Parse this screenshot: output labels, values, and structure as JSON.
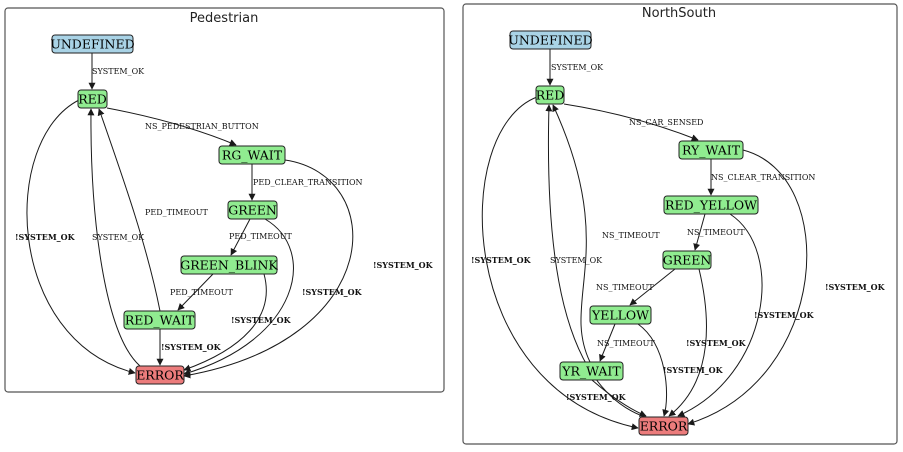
{
  "colors": {
    "undefined": "#a9d3e6",
    "normal": "#90ec90",
    "error": "#ec7c7c",
    "frame": "#555555"
  },
  "panels": [
    {
      "title": "Pedestrian",
      "states": [
        {
          "id": "UNDEFINED",
          "label": "UNDEFINED",
          "kind": "undefined"
        },
        {
          "id": "RED",
          "label": "RED",
          "kind": "normal"
        },
        {
          "id": "RG_WAIT",
          "label": "RG_WAIT",
          "kind": "normal"
        },
        {
          "id": "GREEN",
          "label": "GREEN",
          "kind": "normal"
        },
        {
          "id": "GREEN_BLINK",
          "label": "GREEN_BLINK",
          "kind": "normal"
        },
        {
          "id": "RED_WAIT",
          "label": "RED_WAIT",
          "kind": "normal"
        },
        {
          "id": "ERROR",
          "label": "ERROR",
          "kind": "error"
        }
      ],
      "transitions": [
        {
          "from": "UNDEFINED",
          "to": "RED",
          "label": "SYSTEM_OK",
          "bold": false
        },
        {
          "from": "RED",
          "to": "RG_WAIT",
          "label": "NS_PEDESTRIAN_BUTTON",
          "bold": false
        },
        {
          "from": "RG_WAIT",
          "to": "GREEN",
          "label": "PED_CLEAR_TRANSITION",
          "bold": false
        },
        {
          "from": "GREEN",
          "to": "GREEN_BLINK",
          "label": "PED_TIMEOUT",
          "bold": false
        },
        {
          "from": "GREEN_BLINK",
          "to": "RED_WAIT",
          "label": "PED_TIMEOUT",
          "bold": false
        },
        {
          "from": "GREEN_BLINK",
          "to": "RED",
          "label": "PED_TIMEOUT",
          "bold": false
        },
        {
          "from": "ERROR",
          "to": "RED",
          "label": "SYSTEM_OK",
          "bold": false
        },
        {
          "from": "RED",
          "to": "ERROR",
          "label": "!SYSTEM_OK",
          "bold": true
        },
        {
          "from": "RED_WAIT",
          "to": "ERROR",
          "label": "!SYSTEM_OK",
          "bold": true
        },
        {
          "from": "GREEN_BLINK",
          "to": "ERROR",
          "label": "!SYSTEM_OK",
          "bold": true
        },
        {
          "from": "GREEN",
          "to": "ERROR",
          "label": "!SYSTEM_OK",
          "bold": true
        },
        {
          "from": "RG_WAIT",
          "to": "ERROR",
          "label": "!SYSTEM_OK",
          "bold": true
        }
      ]
    },
    {
      "title": "NorthSouth",
      "states": [
        {
          "id": "UNDEFINED",
          "label": "UNDEFINED",
          "kind": "undefined"
        },
        {
          "id": "RED",
          "label": "RED",
          "kind": "normal"
        },
        {
          "id": "RY_WAIT",
          "label": "RY_WAIT",
          "kind": "normal"
        },
        {
          "id": "RED_YELLOW",
          "label": "RED_YELLOW",
          "kind": "normal"
        },
        {
          "id": "GREEN",
          "label": "GREEN",
          "kind": "normal"
        },
        {
          "id": "YELLOW",
          "label": "YELLOW",
          "kind": "normal"
        },
        {
          "id": "YR_WAIT",
          "label": "YR_WAIT",
          "kind": "normal"
        },
        {
          "id": "ERROR",
          "label": "ERROR",
          "kind": "error"
        }
      ],
      "transitions": [
        {
          "from": "UNDEFINED",
          "to": "RED",
          "label": "SYSTEM_OK",
          "bold": false
        },
        {
          "from": "RED",
          "to": "RY_WAIT",
          "label": "NS_CAR_SENSED",
          "bold": false
        },
        {
          "from": "RY_WAIT",
          "to": "RED_YELLOW",
          "label": "NS_CLEAR_TRANSITION",
          "bold": false
        },
        {
          "from": "RED_YELLOW",
          "to": "GREEN",
          "label": "NS_TIMEOUT",
          "bold": false
        },
        {
          "from": "GREEN",
          "to": "YELLOW",
          "label": "NS_TIMEOUT",
          "bold": false
        },
        {
          "from": "YELLOW",
          "to": "YR_WAIT",
          "label": "NS_TIMEOUT",
          "bold": false
        },
        {
          "from": "YR_WAIT",
          "to": "RED",
          "label": "NS_TIMEOUT",
          "bold": false
        },
        {
          "from": "ERROR",
          "to": "RED",
          "label": "SYSTEM_OK",
          "bold": false
        },
        {
          "from": "RED",
          "to": "ERROR",
          "label": "!SYSTEM_OK",
          "bold": true
        },
        {
          "from": "YR_WAIT",
          "to": "ERROR",
          "label": "!SYSTEM_OK",
          "bold": true
        },
        {
          "from": "YELLOW",
          "to": "ERROR",
          "label": "!SYSTEM_OK",
          "bold": true
        },
        {
          "from": "GREEN",
          "to": "ERROR",
          "label": "!SYSTEM_OK",
          "bold": true
        },
        {
          "from": "RED_YELLOW",
          "to": "ERROR",
          "label": "!SYSTEM_OK",
          "bold": true
        },
        {
          "from": "RY_WAIT",
          "to": "ERROR",
          "label": "!SYSTEM_OK",
          "bold": true
        }
      ]
    }
  ]
}
